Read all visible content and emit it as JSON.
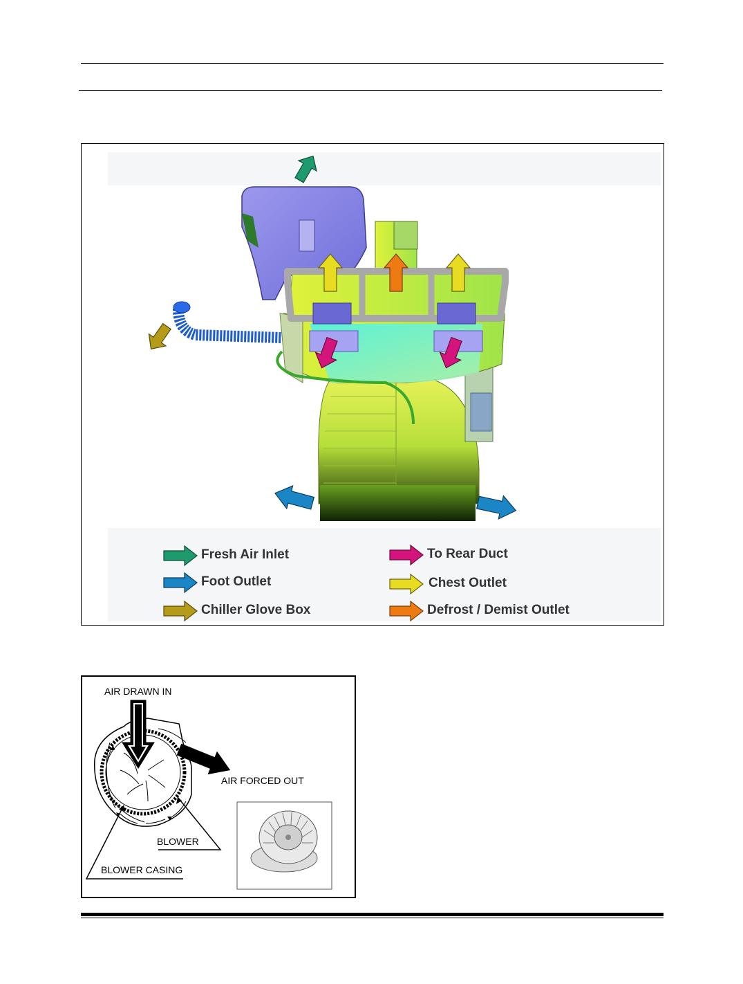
{
  "hvac_figure": {
    "legend": [
      {
        "label": "Fresh Air Inlet",
        "color": "#1f9a6e",
        "icon": "arrow-right-icon"
      },
      {
        "label": "Foot Outlet",
        "color": "#1b86c6",
        "icon": "arrow-right-icon"
      },
      {
        "label": "Chiller Glove Box",
        "color": "#b59b1a",
        "icon": "arrow-right-icon"
      },
      {
        "label": "To Rear Duct",
        "color": "#d4137c",
        "icon": "arrow-right-icon"
      },
      {
        "label": "Chest Outlet",
        "color": "#e8dc23",
        "icon": "arrow-right-icon"
      },
      {
        "label": "Defrost / Demist Outlet",
        "color": "#ee7a12",
        "icon": "arrow-right-icon"
      }
    ]
  },
  "blower_figure": {
    "air_drawn_in": "AIR DRAWN IN",
    "air_forced_out": "AIR FORCED OUT",
    "blower": "BLOWER",
    "blower_casing": "BLOWER CASING"
  }
}
